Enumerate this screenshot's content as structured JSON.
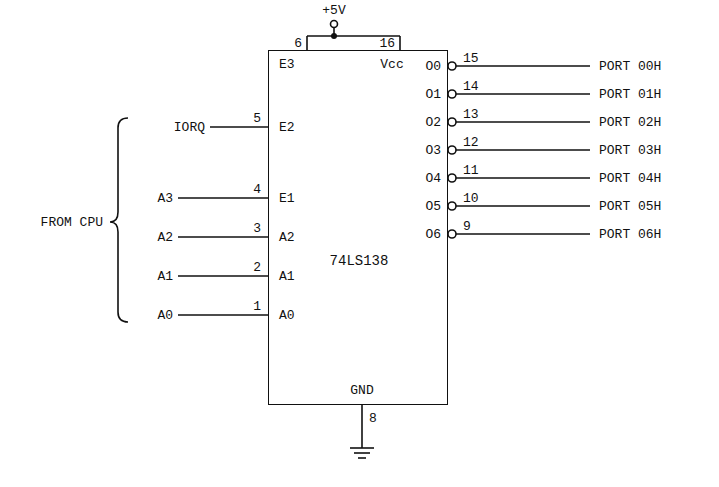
{
  "diagram": {
    "nodes": [
      {
        "text": [
          "74LS138"
        ]
      }
    ],
    "labels": [
      "+5V",
      "6",
      "16",
      "E3",
      "Vcc",
      "O0",
      "15",
      "PORT 00H",
      "O1",
      "14",
      "PORT 01H",
      "O2",
      "13",
      "PORT 02H",
      "O3",
      "12",
      "PORT 03H",
      "O4",
      "11",
      "PORT 04H",
      "O5",
      "10",
      "PORT 05H",
      "O6",
      "9",
      "PORT 06H",
      "5",
      "IORQ",
      "E2",
      "4",
      "A3",
      "E1",
      "3",
      "A2",
      "A2",
      "2",
      "A1",
      "A1",
      "1",
      "A0",
      "A0",
      "FROM CPU",
      "GND",
      "8"
    ]
  }
}
